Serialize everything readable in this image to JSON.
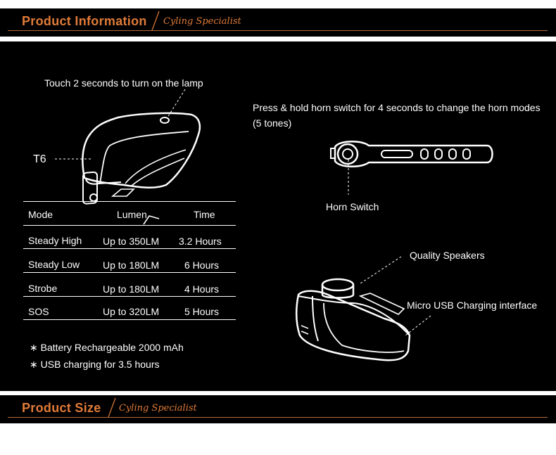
{
  "header_top": {
    "title": "Product Information",
    "subtitle": "Cyling Specialist"
  },
  "header_bottom": {
    "title": "Product Size",
    "subtitle": "Cyling Specialist"
  },
  "lamp": {
    "touch_label": "Touch 2 seconds to turn on the lamp",
    "led_label": "T6"
  },
  "horn": {
    "instruction": "Press & hold horn switch for 4 seconds to change the horn modes (5 tones)",
    "switch_label": "Horn Switch"
  },
  "speaker": {
    "speakers_label": "Quality Speakers",
    "usb_label": "Micro USB Charging interface"
  },
  "table": {
    "headers": [
      "Mode",
      "Lumen",
      "Time"
    ],
    "rows": [
      [
        "Steady High",
        "Up to 350LM",
        "3.2 Hours"
      ],
      [
        "Steady Low",
        "Up to 180LM",
        "6 Hours"
      ],
      [
        "Strobe",
        "Up to 180LM",
        "4 Hours"
      ],
      [
        "SOS",
        "Up to 320LM",
        "5 Hours"
      ]
    ]
  },
  "notes": [
    "∗ Battery Rechargeable 2000 mAh",
    "∗ USB charging for 3.5 hours"
  ],
  "colors": {
    "accent": "#e07b39",
    "background": "#000000",
    "foreground": "#ffffff"
  }
}
